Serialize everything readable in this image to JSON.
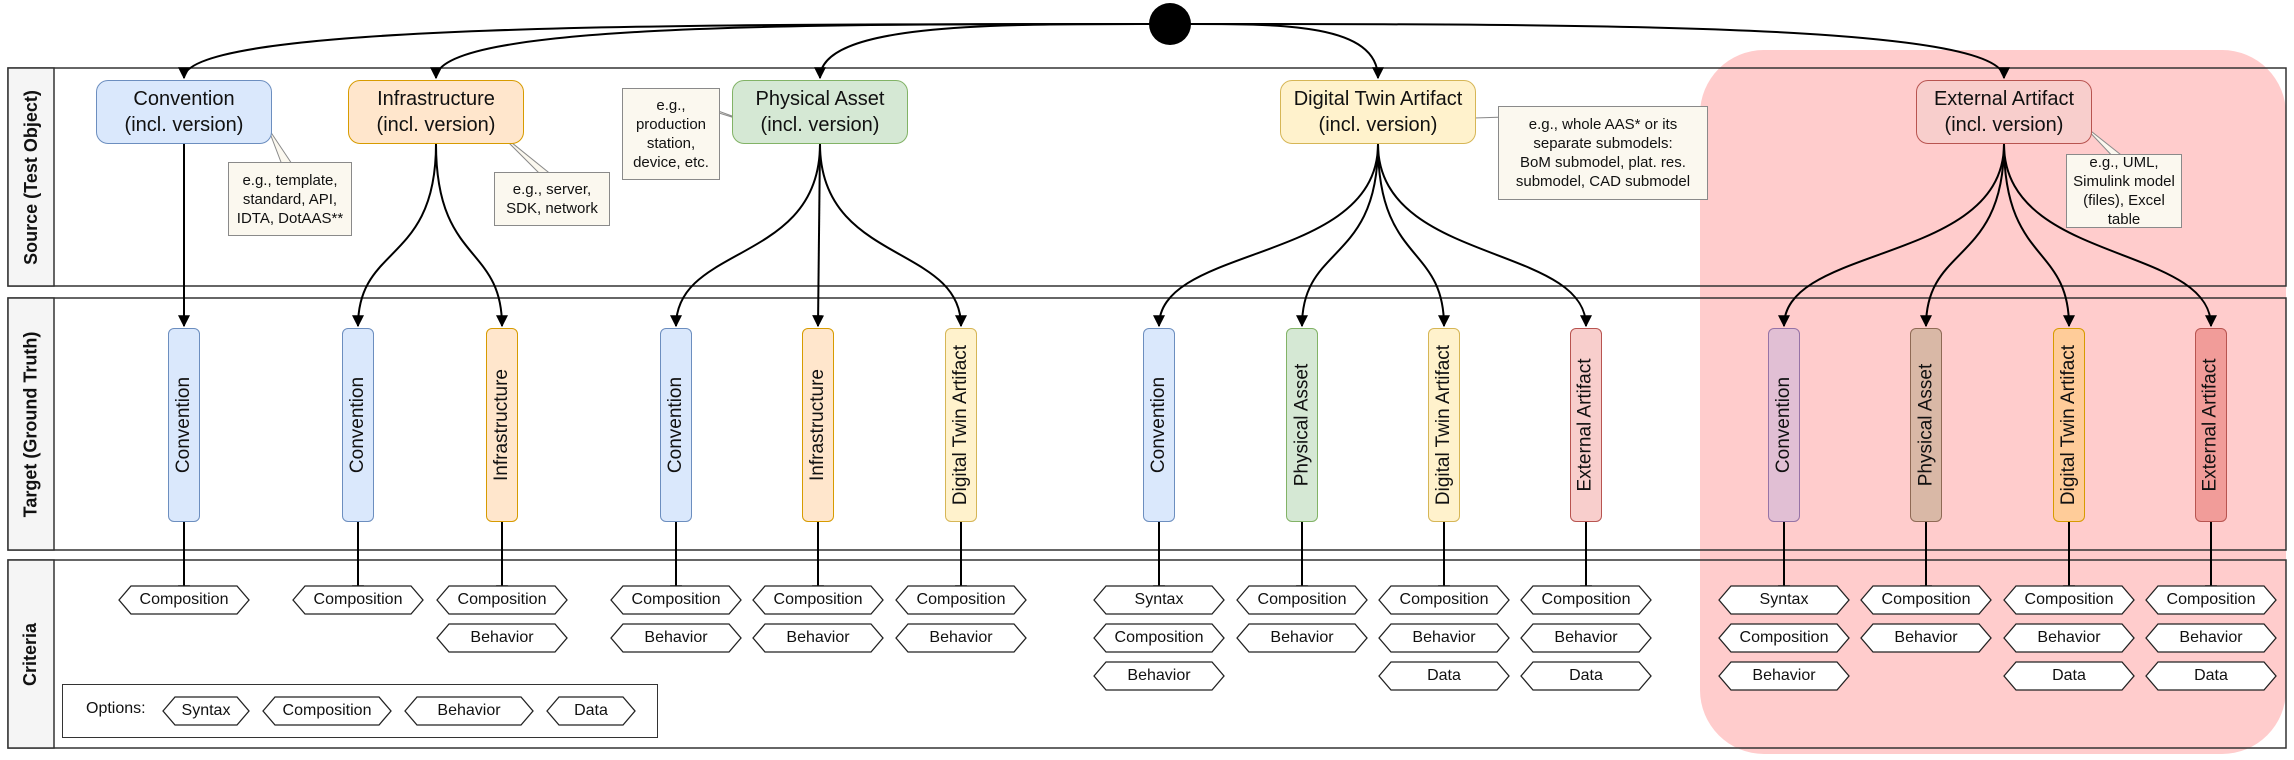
{
  "lanes": {
    "source": "Source (Test Object)",
    "target": "Target (Ground Truth)",
    "criteria": "Criteria"
  },
  "sources": [
    {
      "label": "Convention\n(incl. version)",
      "fill": "#dae8fc",
      "stroke": "#6c8ebf"
    },
    {
      "label": "Infrastructure\n(incl. version)",
      "fill": "#ffe6cc",
      "stroke": "#d79b00"
    },
    {
      "label": "Physical Asset\n(incl. version)",
      "fill": "#d5e8d4",
      "stroke": "#82b366"
    },
    {
      "label": "Digital Twin Artifact\n(incl. version)",
      "fill": "#fff2cc",
      "stroke": "#d6b656"
    },
    {
      "label": "External Artifact\n(incl. version)",
      "fill": "#f8cecc",
      "stroke": "#b85450"
    }
  ],
  "notes": [
    "e.g., template,\nstandard, API,\nIDTA, DotAAS**",
    "e.g., server,\nSDK, network",
    "e.g.,\nproduction\nstation,\ndevice, etc.",
    "e.g., whole AAS* or its\nseparate submodels:\nBoM submodel, plat. res.\nsubmodel, CAD submodel",
    "e.g., UML,\nSimulink model\n(files), Excel table"
  ],
  "targets": [
    {
      "label": "Convention",
      "fill": "#dae8fc",
      "stroke": "#6c8ebf",
      "criteria": [
        "Composition"
      ]
    },
    {
      "label": "Convention",
      "fill": "#dae8fc",
      "stroke": "#6c8ebf",
      "criteria": [
        "Composition"
      ]
    },
    {
      "label": "Infrastructure",
      "fill": "#ffe6cc",
      "stroke": "#d79b00",
      "criteria": [
        "Composition",
        "Behavior"
      ]
    },
    {
      "label": "Convention",
      "fill": "#dae8fc",
      "stroke": "#6c8ebf",
      "criteria": [
        "Composition",
        "Behavior"
      ]
    },
    {
      "label": "Infrastructure",
      "fill": "#ffe6cc",
      "stroke": "#d79b00",
      "criteria": [
        "Composition",
        "Behavior"
      ]
    },
    {
      "label": "Digital Twin Artifact",
      "fill": "#fff2cc",
      "stroke": "#d6b656",
      "criteria": [
        "Composition",
        "Behavior"
      ]
    },
    {
      "label": "Convention",
      "fill": "#dae8fc",
      "stroke": "#6c8ebf",
      "criteria": [
        "Syntax",
        "Composition",
        "Behavior"
      ]
    },
    {
      "label": "Physical Asset",
      "fill": "#d5e8d4",
      "stroke": "#82b366",
      "criteria": [
        "Composition",
        "Behavior"
      ]
    },
    {
      "label": "Digital Twin Artifact",
      "fill": "#fff2cc",
      "stroke": "#d6b656",
      "criteria": [
        "Composition",
        "Behavior",
        "Data"
      ]
    },
    {
      "label": "External Artifact",
      "fill": "#f8cecc",
      "stroke": "#b85450",
      "criteria": [
        "Composition",
        "Behavior",
        "Data"
      ]
    },
    {
      "label": "Convention",
      "fill": "#e1bfd4",
      "stroke": "#9673a6",
      "criteria": [
        "Syntax",
        "Composition",
        "Behavior"
      ]
    },
    {
      "label": "Physical Asset",
      "fill": "#d9b8a6",
      "stroke": "#8f6a55",
      "criteria": [
        "Composition",
        "Behavior"
      ]
    },
    {
      "label": "Digital Twin Artifact",
      "fill": "#ffcc99",
      "stroke": "#d79b00",
      "criteria": [
        "Composition",
        "Behavior",
        "Data"
      ]
    },
    {
      "label": "External Artifact",
      "fill": "#f19c99",
      "stroke": "#b85450",
      "criteria": [
        "Composition",
        "Behavior",
        "Data"
      ]
    }
  ],
  "options": {
    "label": "Options:",
    "items": [
      "Syntax",
      "Composition",
      "Behavior",
      "Data"
    ]
  },
  "colors": {
    "highlight": "#ffcccc",
    "lane_border": "#333333",
    "lane_title_fill": "#f5f5f5"
  }
}
